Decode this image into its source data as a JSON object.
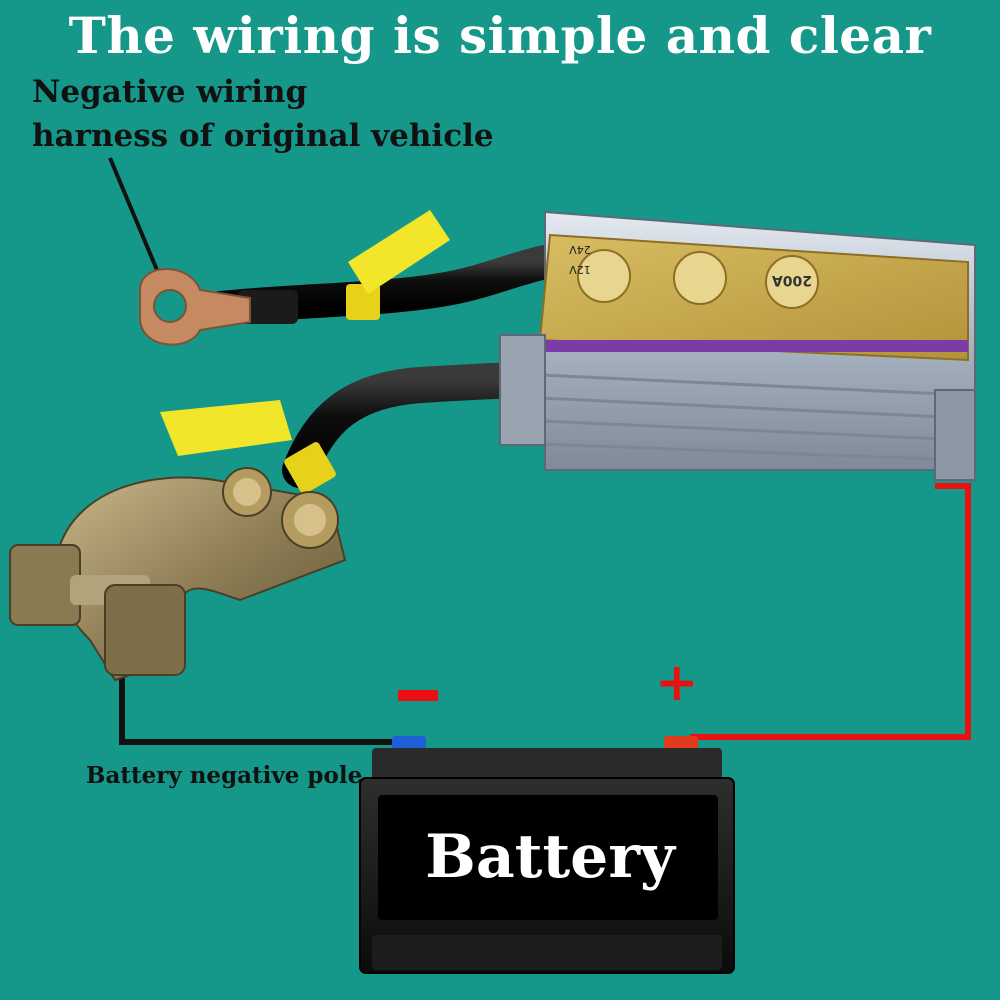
{
  "title": "The wiring is simple and clear",
  "labels": {
    "harness_line1": "Negative wiring",
    "harness_line2": "harness of original vehicle",
    "negative_pole": "Battery negative pole",
    "negative_sign": "-",
    "positive_sign": "+",
    "battery": "Battery"
  },
  "colors": {
    "background": "#15988a",
    "negative_wire": "#111111",
    "positive_wire": "#e81010",
    "title_text": "#ffffff",
    "device_plate": "#c9a94a"
  },
  "device": {
    "current_rating": "200A",
    "voltage_12": "12V",
    "voltage_24": "24V"
  }
}
